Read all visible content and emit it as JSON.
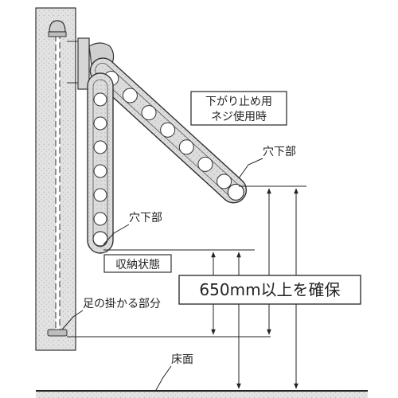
{
  "labels": {
    "screw_note_line1": "下がり止め用",
    "screw_note_line2": "ネジ使用時",
    "hole_bottom_upper": "穴下部",
    "hole_bottom_lower": "穴下部",
    "stored_state": "収納状態",
    "clearance": "650mm以上を確保",
    "foot_part": "足の掛かる部分",
    "floor": "床面"
  }
}
